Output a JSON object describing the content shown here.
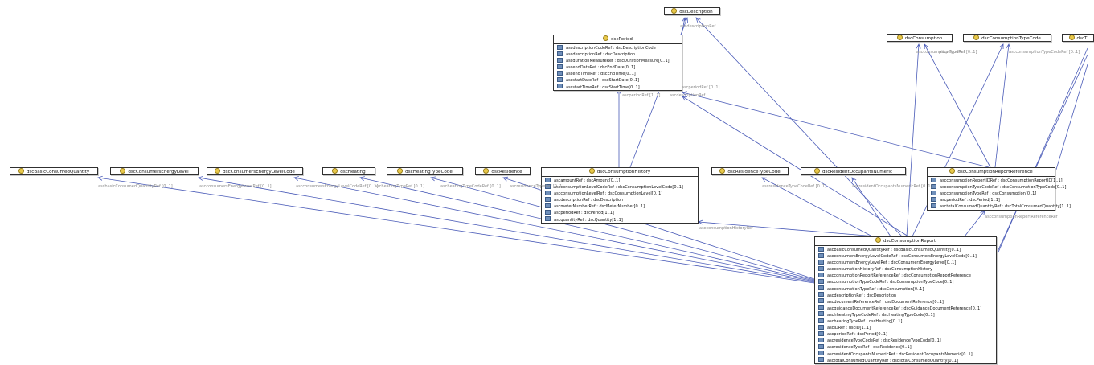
{
  "classes": [
    {
      "id": "desc",
      "name": "dscDescription",
      "attrs": []
    },
    {
      "id": "period",
      "name": "dscPeriod",
      "attrs": [
        "ascdescriptionCodeRef : dscDescriptionCode",
        "ascdescriptionRef : dscDescription",
        "ascdurationMeasureRef : dscDurationMeasure[0..1]",
        "ascendDateRef : dscEndDate[0..1]",
        "ascendTimeRef : dscEndTime[0..1]",
        "ascstartDateRef : dscStartDate[0..1]",
        "ascstartTimeRef : dscStartTime[0..1]"
      ]
    },
    {
      "id": "cons",
      "name": "dscConsumption",
      "attrs": []
    },
    {
      "id": "constype",
      "name": "dscConsumptionTypeCode",
      "attrs": []
    },
    {
      "id": "dsct",
      "name": "dscT",
      "attrs": []
    },
    {
      "id": "basic",
      "name": "dscBasicConsumedQuantity",
      "attrs": []
    },
    {
      "id": "energy",
      "name": "dscConsumersEnergyLevel",
      "attrs": []
    },
    {
      "id": "energycode",
      "name": "dscConsumersEnergyLevelCode",
      "attrs": []
    },
    {
      "id": "heating",
      "name": "dscHeating",
      "attrs": []
    },
    {
      "id": "heatingtype",
      "name": "dscHeatingTypeCode",
      "attrs": []
    },
    {
      "id": "residence",
      "name": "dscResidence",
      "attrs": []
    },
    {
      "id": "history",
      "name": "dscConsumptionHistory",
      "attrs": [
        "ascamountRef : dscAmount[0..1]",
        "ascconsumptionLevelCodeRef : dscConsumptionLevelCode[0..1]",
        "ascconsumptionLevelRef : dscConsumptionLevel[0..1]",
        "ascdescriptionRef : dscDescription",
        "ascmeterNumberRef : dscMeterNumber[0..1]",
        "ascperiodRef : dscPeriod[1..1]",
        "ascquantityRef : dscQuantity[1..1]"
      ]
    },
    {
      "id": "restype",
      "name": "dscResidenceTypeCode",
      "attrs": []
    },
    {
      "id": "resnum",
      "name": "dscResidentOccupantsNumeric",
      "attrs": []
    },
    {
      "id": "reportref",
      "name": "dscConsumptionReportReference",
      "attrs": [
        "ascconsumptionReportIDRef : dscConsumptionReportID[1..1]",
        "ascconsumptionTypeCodeRef : dscConsumptionTypeCode[0..1]",
        "ascconsumptionTypeRef : dscConsumption[0..1]",
        "ascperiodRef : dscPeriod[1..1]",
        "asctotalConsumedQuantityRef : dscTotalConsumedQuantity[1..1]"
      ]
    },
    {
      "id": "report",
      "name": "dscConsumptionReport",
      "attrs": [
        "ascbasicConsumedQuantityRef : dscBasicConsumedQuantity[0..1]",
        "ascconsumersEnergyLevelCodeRef : dscConsumersEnergyLevelCode[0..1]",
        "ascconsumersEnergyLevelRef : dscConsumersEnergyLevel[0..1]",
        "ascconsumptionHistoryRef : dscConsumptionHistory",
        "ascconsumptionReportReferenceRef : dscConsumptionReportReference",
        "ascconsumptionTypeCodeRef : dscConsumptionTypeCode[0..1]",
        "ascconsumptionTypeRef : dscConsumption[0..1]",
        "ascdescriptionRef : dscDescription",
        "ascdocumentReferenceRef : dscDocumentReference[0..1]",
        "ascguidanceDocumentReferenceRef : dscGuidanceDocumentReference[0..1]",
        "aschheatingTypeCodeRef : dscHeatingTypeCode[0..1]",
        "ascheatingTypeRef : dscHeating[0..1]",
        "ascIDRef : dscID[1..1]",
        "ascperiodRef : dscPeriod[0..1]",
        "ascresidenceTypeCodeRef : dscResidenceTypeCode[0..1]",
        "ascresidenceTypeRef : dscResidence[0..1]",
        "ascresidentOccupantsNumericRef : dscResidentOccupantsNumeric[0..1]",
        "asctotalConsumedQuantityRef : dscTotalConsumedQuantity[0..1]"
      ]
    }
  ],
  "edge_labels": [
    {
      "id": "l-desc",
      "text": "ascdescriptionRef"
    },
    {
      "id": "l-desc2",
      "text": "ascdescriptionRef"
    },
    {
      "id": "l-period-rep",
      "text": "ascperiodRef [0..1]"
    },
    {
      "id": "l-period-hist",
      "text": "ascperiodRef [1..1]"
    },
    {
      "id": "l-period-ref",
      "text": "ascperiodRef"
    },
    {
      "id": "l-constype1",
      "text": "ascconsumptionTypeRef [0..1]"
    },
    {
      "id": "l-constype2",
      "text": "ascconsumptionTypeCodeRef [0..1]"
    },
    {
      "id": "l-basic",
      "text": "ascbasicConsumedQuantityRef [0..1]"
    },
    {
      "id": "l-energy",
      "text": "ascconsumersEnergyLevelRef [0..1]"
    },
    {
      "id": "l-energycode",
      "text": "ascconsumersEnergyLevelCodeRef [0..1]"
    },
    {
      "id": "l-heating",
      "text": "ascheatingTypeRef [0..1]"
    },
    {
      "id": "l-heatingtype",
      "text": "ascheatingTypeCodeRef [0..1]"
    },
    {
      "id": "l-residence",
      "text": "ascresidenceTypeRef [0..1]"
    },
    {
      "id": "l-history",
      "text": "ascconsumptionHistoryRef"
    },
    {
      "id": "l-restype",
      "text": "ascresidenceTypeCodeRef [0..1]"
    },
    {
      "id": "l-resnum",
      "text": "ascresidentOccupantsNumericRef [0..1]"
    },
    {
      "id": "l-reportref",
      "text": "ascconsumptionReportReferenceRef"
    }
  ],
  "colors": {
    "edge": "#4a5bb8",
    "edge_label": "#8a8a8a",
    "class_icon": "#e8c84a",
    "attr_icon": "#6f8fba"
  }
}
